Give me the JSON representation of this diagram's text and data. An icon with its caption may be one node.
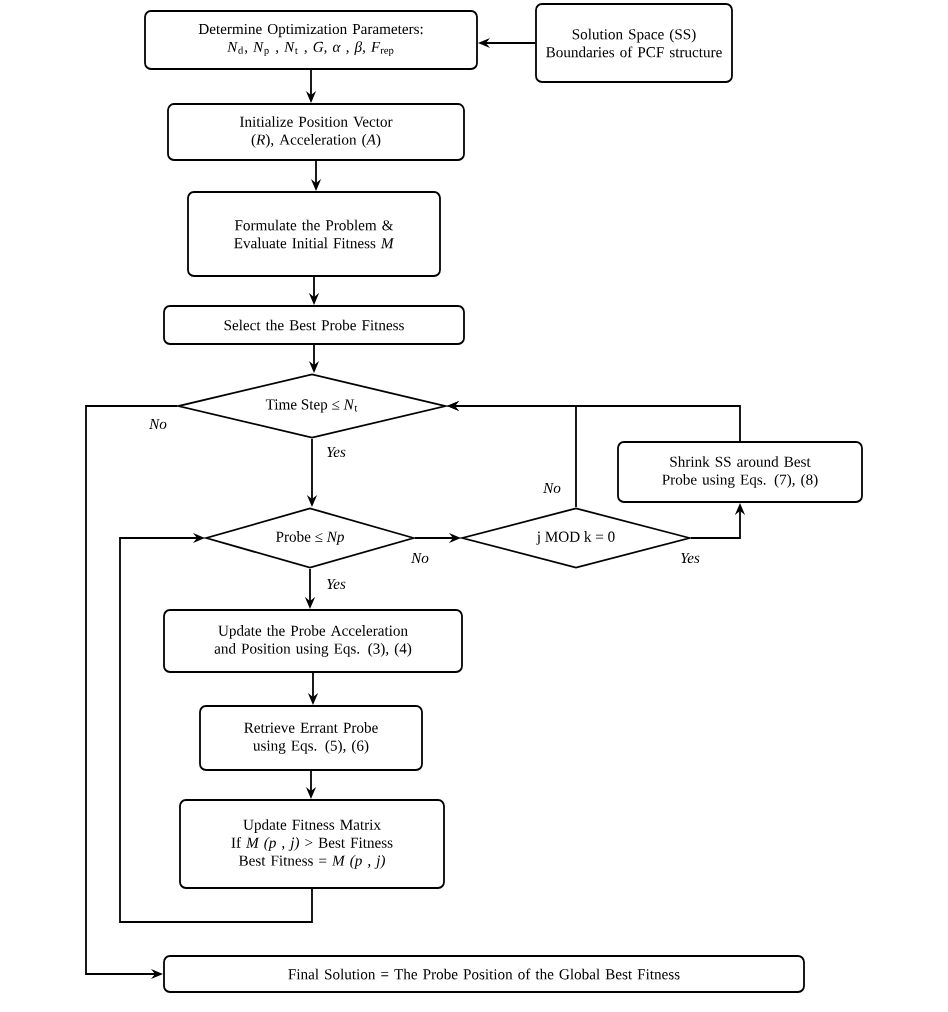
{
  "diagram": {
    "nodes": [
      {
        "text": [
          "Determine Optimization Parameters:",
          "*N*$_{d}$, *N*$_{p}$ , *N*$_{t}$ , *G*, *α* , *β*, *F*$_{rep}$"
        ]
      },
      {
        "text": [
          "Solution Space (SS) Boundaries of PCF structure"
        ]
      },
      {
        "text": [
          "Initialize Position Vector (*R*), Acceleration (*A*)"
        ]
      },
      {
        "text": [
          "Formulate the Problem & Evaluate Initial Fitness *M*"
        ]
      },
      {
        "text": [
          "Select the Best Probe Fitness"
        ]
      },
      {
        "text": [
          "Time Step ≤ *N*$_{t}$"
        ]
      },
      {
        "text": [
          "Probe ≤ *Np*"
        ]
      },
      {
        "text": [
          "j MOD k = 0"
        ]
      },
      {
        "text": [
          "Shrink SS around Best Probe using Eqs. (7), (8)"
        ]
      },
      {
        "text": [
          "Update the Probe Acceleration and Position using Eqs. (3), (4)"
        ]
      },
      {
        "text": [
          "Retrieve Errant Probe using Eqs. (5), (6)"
        ]
      },
      {
        "text": [
          "Update Fitness Matrix",
          "If *M (p , j)* > Best Fitness",
          "Best Fitness = *M (p , j)*"
        ]
      },
      {
        "text": [
          "Final Solution = The Probe Position of the Global Best Fitness"
        ]
      }
    ],
    "edges": [
      {
        "from": 1,
        "to": 0,
        "arrow": "to"
      },
      {
        "from": 0,
        "to": 2,
        "arrow": "to"
      },
      {
        "from": 2,
        "to": 3,
        "arrow": "to"
      },
      {
        "from": 3,
        "to": 4,
        "arrow": "to"
      },
      {
        "from": 4,
        "to": 5,
        "arrow": "to"
      },
      {
        "from": 5,
        "to": 6,
        "arrow": "to",
        "label": "*Yes*"
      },
      {
        "from": 5,
        "to": 12,
        "arrow": "to",
        "label": "*No*"
      },
      {
        "from": 6,
        "to": 9,
        "arrow": "to",
        "label": "*Yes*"
      },
      {
        "from": 6,
        "to": 7,
        "arrow": "to",
        "label": "*No*"
      },
      {
        "from": 7,
        "to": 5,
        "arrow": "to",
        "label": "*No*"
      },
      {
        "from": 7,
        "to": 8,
        "arrow": "to",
        "label": "*Yes*"
      },
      {
        "from": 8,
        "to": 5,
        "arrow": "to"
      },
      {
        "from": 9,
        "to": 10,
        "arrow": "to"
      },
      {
        "from": 10,
        "to": 11,
        "arrow": "to"
      },
      {
        "from": 11,
        "to": 6,
        "arrow": "to"
      }
    ]
  }
}
